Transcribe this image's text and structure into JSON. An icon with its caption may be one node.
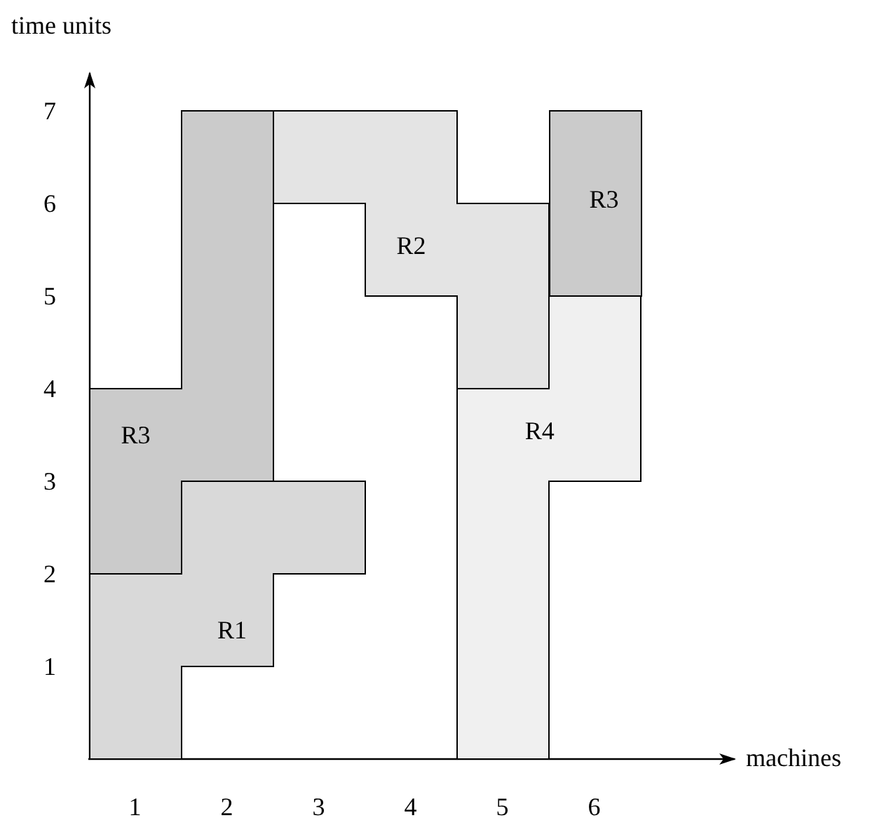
{
  "diagram": {
    "nodes": [
      {
        "text": [
          "R3"
        ]
      },
      {
        "text": [
          "R1"
        ]
      },
      {
        "text": [
          "R2"
        ]
      },
      {
        "text": [
          "R3"
        ]
      },
      {
        "text": [
          "R4"
        ]
      }
    ],
    "labels": [
      "time units",
      "7",
      "6",
      "5",
      "4",
      "3",
      "2",
      "1",
      "machines",
      "1",
      "2",
      "3",
      "4",
      "5",
      "6"
    ]
  }
}
